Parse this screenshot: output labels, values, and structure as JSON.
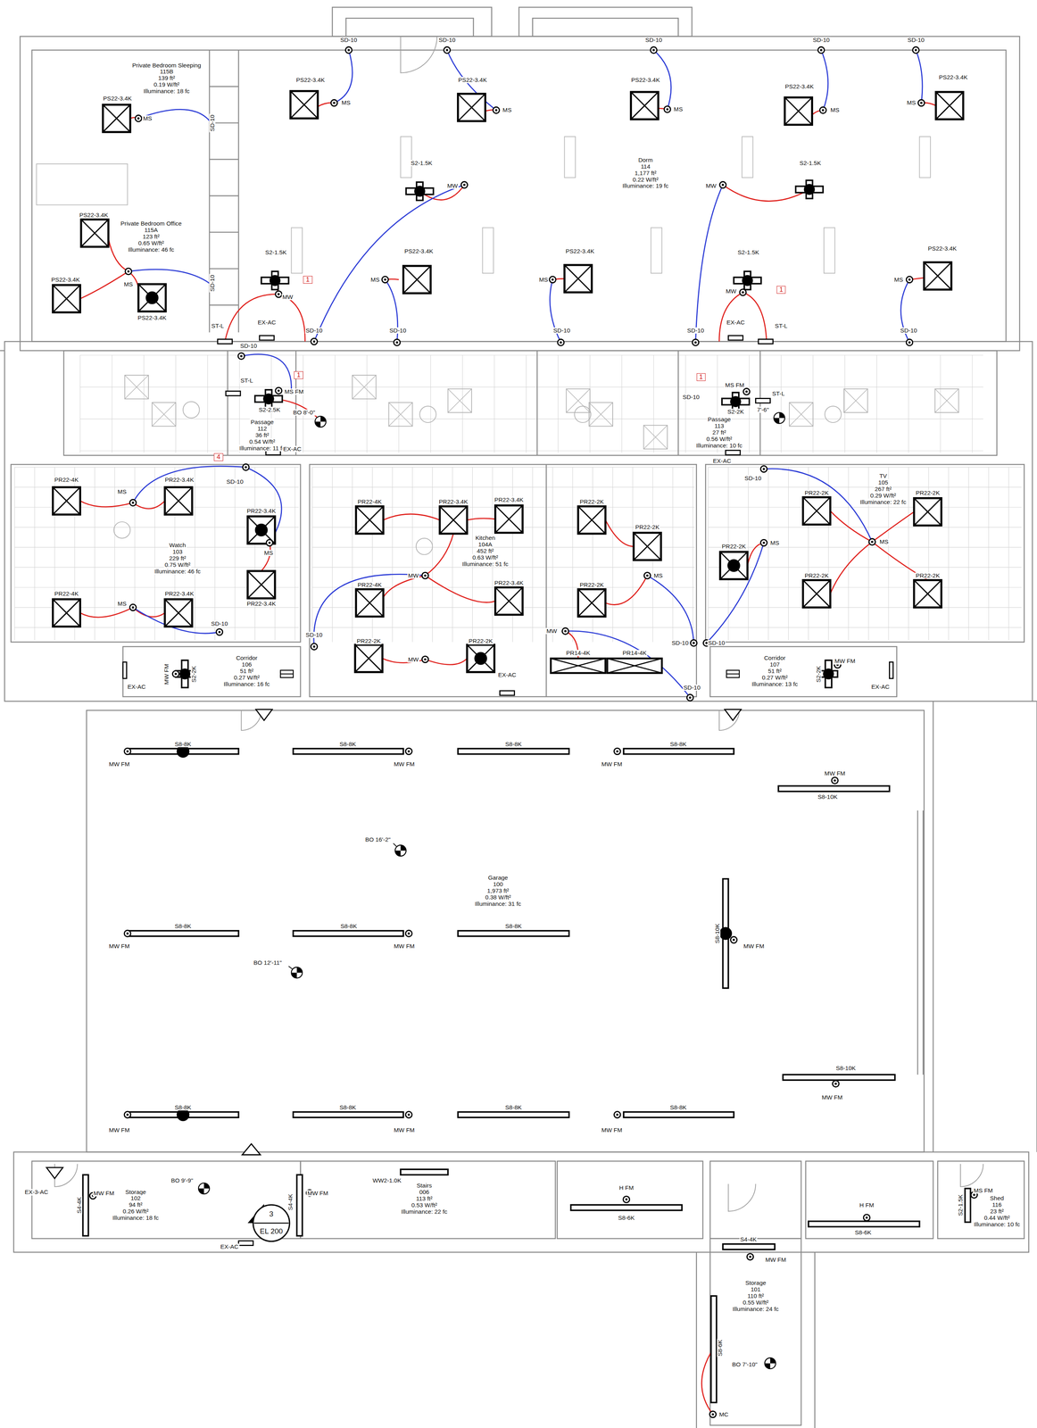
{
  "diagram": {
    "nodes": [
      {
        "text": [
          "Private Bedroom Sleeping",
          "115B",
          "139 ft²",
          "0.19 W/ft²",
          "Illuminance: 18 fc"
        ]
      },
      {
        "text": [
          "Private Bedroom Office",
          "115A",
          "123 ft²",
          "0.65 W/ft²",
          "Illuminance: 46 fc"
        ]
      },
      {
        "text": [
          "Dorm",
          "114",
          "1,177 ft²",
          "0.22 W/ft²",
          "Illuminance: 19 fc"
        ]
      },
      {
        "text": [
          "Passage",
          "112",
          "36 ft²",
          "0.54 W/ft²",
          "Illuminance: 11 fc"
        ]
      },
      {
        "text": [
          "Passage",
          "113",
          "27 ft²",
          "0.56 W/ft²",
          "Illuminance: 10 fc"
        ]
      },
      {
        "text": [
          "Watch",
          "103",
          "229 ft²",
          "0.75 W/ft²",
          "Illuminance: 46 fc"
        ]
      },
      {
        "text": [
          "Kitchen",
          "104A",
          "452 ft²",
          "0.63 W/ft²",
          "Illuminance: 51 fc"
        ]
      },
      {
        "text": [
          "TV",
          "105",
          "267 ft²",
          "0.29 W/ft²",
          "Illuminance: 22 fc"
        ]
      },
      {
        "text": [
          "Corridor",
          "106",
          "51 ft²",
          "0.27 W/ft²",
          "Illuminance: 16 fc"
        ]
      },
      {
        "text": [
          "Corridor",
          "107",
          "51 ft²",
          "0.27 W/ft²",
          "Illuminance: 13 fc"
        ]
      },
      {
        "text": [
          "Garage",
          "100",
          "1,973 ft²",
          "0.38 W/ft²",
          "Illuminance: 31 fc"
        ]
      },
      {
        "text": [
          "Storage",
          "102",
          "94 ft²",
          "0.26 W/ft²",
          "Illuminance: 18 fc"
        ]
      },
      {
        "text": [
          "Stairs",
          "006",
          "113 ft²",
          "0.53 W/ft²",
          "Illuminance: 22 fc"
        ]
      },
      {
        "text": [
          "Storage",
          "101",
          "110 ft²",
          "0.55 W/ft²",
          "Illuminance: 24 fc"
        ]
      },
      {
        "text": [
          "Shed",
          "116",
          "23 ft²",
          "0.44 W/ft²",
          "Illuminance: 10 fc"
        ]
      }
    ],
    "labels": [
      "SD-10",
      "SD-10",
      "SD-10",
      "SD-10",
      "SD-10",
      "PS22-3.4K",
      "MS",
      "PS22-3.4K",
      "MS",
      "PS22-3.4K",
      "MS",
      "PS22-3.4K",
      "MS",
      "PS22-3.4K",
      "MS",
      "PS22-3.4K",
      "MS",
      "SD-10",
      "S2-1.5K",
      "MW",
      "S2-1.5K",
      "MW",
      "PS22-3.4K",
      "PS22-3.4K",
      "MS",
      "SD-10",
      "PS22-3.4K",
      "S2-1.5K",
      "1",
      "MW",
      "PS22-3.4K",
      "MS",
      "PS22-3.4K",
      "MS",
      "S2-1.5K",
      "MW",
      "1",
      "PS22-3.4K",
      "MS",
      "ST-L",
      "EX-AC",
      "SD-10",
      "SD-10",
      "SD-10",
      "SD-10",
      "EX-AC",
      "ST-L",
      "SD-10",
      "SD-10",
      "ST-L",
      "1",
      "MS FM",
      "S2-2.5K",
      "BO 8'-0\"",
      "1",
      "MS FM",
      "SD-10",
      "ST-L",
      "S2-2K",
      "7'-6\"",
      "EX-AC",
      "EX-AC",
      "4",
      "SD-10",
      "PR22-4K",
      "MS",
      "PR22-3.4K",
      "PR22-3.4K",
      "MS",
      "PR22-3.4K",
      "PR22-4K",
      "MS",
      "PR22-3.4K",
      "SD-10",
      "PR22-4K",
      "PR22-3.4K",
      "PR22-3.4K",
      "MW",
      "PR22-4K",
      "PR22-3.4K",
      "SD-10",
      "PR22-2K",
      "MW",
      "PR22-2K",
      "EX-AC",
      "PR22-2K",
      "PR22-2K",
      "MS",
      "PR22-2K",
      "MW",
      "PR14-4K",
      "PR14-4K",
      "SD-10",
      "SD-10",
      "SD-10",
      "SD-10",
      "PR22-2K",
      "PR22-2K",
      "PR22-2K",
      "MS",
      "MS",
      "PR22-2K",
      "PR22-2K",
      "MW FM",
      "S2-2K",
      "EX-AC",
      "MW FM",
      "S2-2K",
      "EX-AC",
      "S8-8K",
      "S8-8K",
      "S8-8K",
      "S8-8K",
      "MW FM",
      "MW FM",
      "MW FM",
      "MW FM",
      "S8-10K",
      "BO 16'-2\"",
      "S8-8K",
      "S8-8K",
      "S8-8K",
      "S8-10K",
      "MW FM",
      "MW FM",
      "MW FM",
      "BO 12'-11\"",
      "S8-10K",
      "MW FM",
      "S8-8K",
      "S8-8K",
      "S8-8K",
      "S8-8K",
      "MW FM",
      "MW FM",
      "MW FM",
      "EX-3-AC",
      "MW FM",
      "S4-4K",
      "BO 9'-9\"",
      "3",
      "EL 200",
      "S4-4K",
      "MW FM",
      "EX-AC",
      "WW2-1.0K",
      "H FM",
      "S8-6K",
      "H FM",
      "S8-6K",
      "S4-4K",
      "MW FM",
      "S8-6K",
      "BO 7'-10\"",
      "MC",
      "MS FM",
      "S2-1.5K"
    ]
  }
}
